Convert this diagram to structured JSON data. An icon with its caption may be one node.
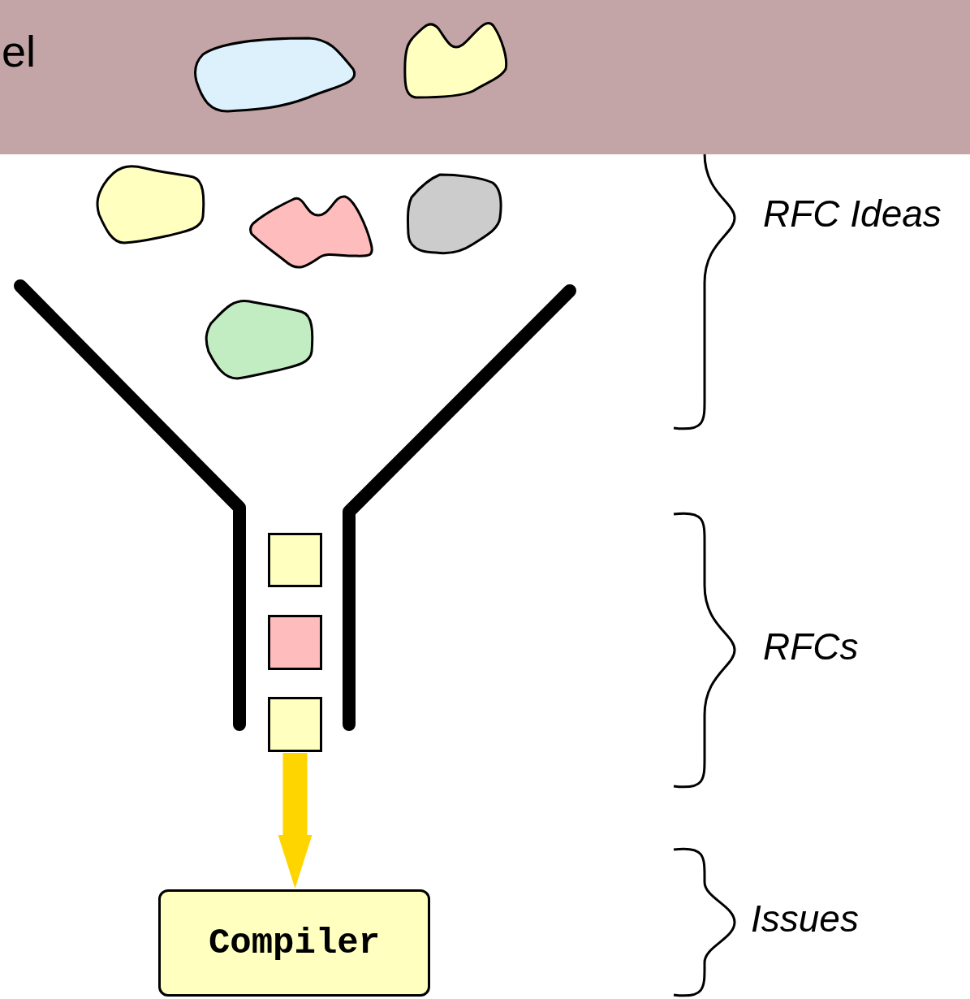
{
  "diagram": {
    "nodes": [
      {
        "text": [
          "el"
        ]
      },
      {
        "text": [],
        "shape": "blob",
        "in": 0
      },
      {
        "text": [],
        "shape": "blob",
        "in": 0
      },
      {
        "text": [],
        "shape": "blob"
      },
      {
        "text": [],
        "shape": "blob"
      },
      {
        "text": [],
        "shape": "blob"
      },
      {
        "text": [],
        "shape": "blob"
      },
      {
        "text": [],
        "shape": "box"
      },
      {
        "text": [],
        "shape": "box"
      },
      {
        "text": [],
        "shape": "box"
      },
      {
        "text": [
          "Compiler"
        ]
      }
    ],
    "edges": [
      {
        "from": 9,
        "to": 10,
        "arrow": "to",
        "color": "#ffd500"
      }
    ],
    "labels": [
      "RFC Ideas",
      "RFCs",
      "Issues"
    ]
  }
}
